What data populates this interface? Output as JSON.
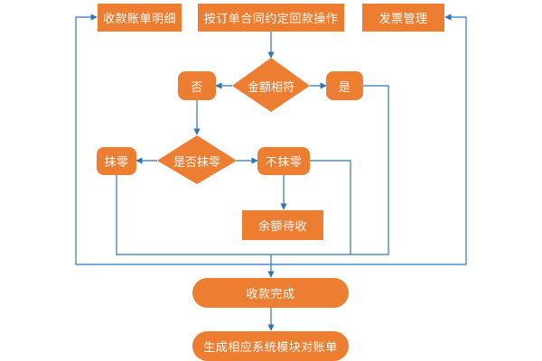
{
  "colors": {
    "node_fill": "#ed7d31",
    "connector": "#2e75b6",
    "background": "#ffffff"
  },
  "nodes": {
    "receipt_detail": "收款账单明细",
    "contract_receipt": "按订单合同约定回款操作",
    "invoice_mgmt": "发票管理",
    "amount_match": "金额相符",
    "no": "否",
    "yes": "是",
    "write_off_q": "是否抹零",
    "write_off": "抹零",
    "no_write_off": "不抹零",
    "balance_pending": "余额待收",
    "receipt_done": "收款完成",
    "reconcile": "生成相应系统模块对账单"
  }
}
